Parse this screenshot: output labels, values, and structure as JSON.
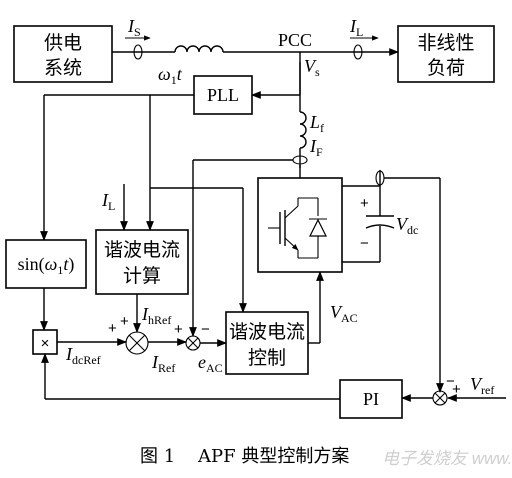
{
  "blocks": {
    "supply": [
      "供电",
      "系统"
    ],
    "load": [
      "非线性",
      "负荷"
    ],
    "pll": "PLL",
    "sin": {
      "pre": "sin(",
      "var": "ω",
      "sub": "1",
      "t": "t",
      "post": ")"
    },
    "harmonic_calc": [
      "谐波电流",
      "计算"
    ],
    "harmonic_ctrl": [
      "谐波电流",
      "控制"
    ],
    "pi": "PI",
    "multiplier": "×"
  },
  "signals": {
    "is": {
      "main": "I",
      "sub": "S"
    },
    "il_top": {
      "main": "I",
      "sub": "L"
    },
    "pcc": "PCC",
    "vs": {
      "main": "V",
      "sub": "s"
    },
    "omega_t": {
      "main": "ω",
      "sub": "1",
      "tail": "t"
    },
    "lf": {
      "main": "L",
      "sub": "f"
    },
    "if": {
      "main": "I",
      "sub": "F"
    },
    "il_in": {
      "main": "I",
      "sub": "L"
    },
    "vdc": {
      "main": "V",
      "sub": "dc"
    },
    "ihref": {
      "main": "I",
      "sub": "hRef"
    },
    "idcref": {
      "main": "I",
      "sub": "dcRef"
    },
    "iref": {
      "main": "I",
      "sub": "Ref"
    },
    "eac": {
      "main": "e",
      "sub": "AC"
    },
    "vac": {
      "main": "V",
      "sub": "AC"
    },
    "vref": {
      "main": "V",
      "sub": "ref"
    }
  },
  "signs": {
    "sum1_left": "+",
    "sum1_top": "+",
    "sum2_left": "+",
    "sum2_right": "−",
    "sum3_top": "−",
    "sum3_right": "+",
    "cap_plus": "+",
    "cap_minus": "−"
  },
  "caption": {
    "fig": "图 1",
    "title": "APF 典型控制方案"
  },
  "watermark": "电子发烧友 www.elecfans.com"
}
